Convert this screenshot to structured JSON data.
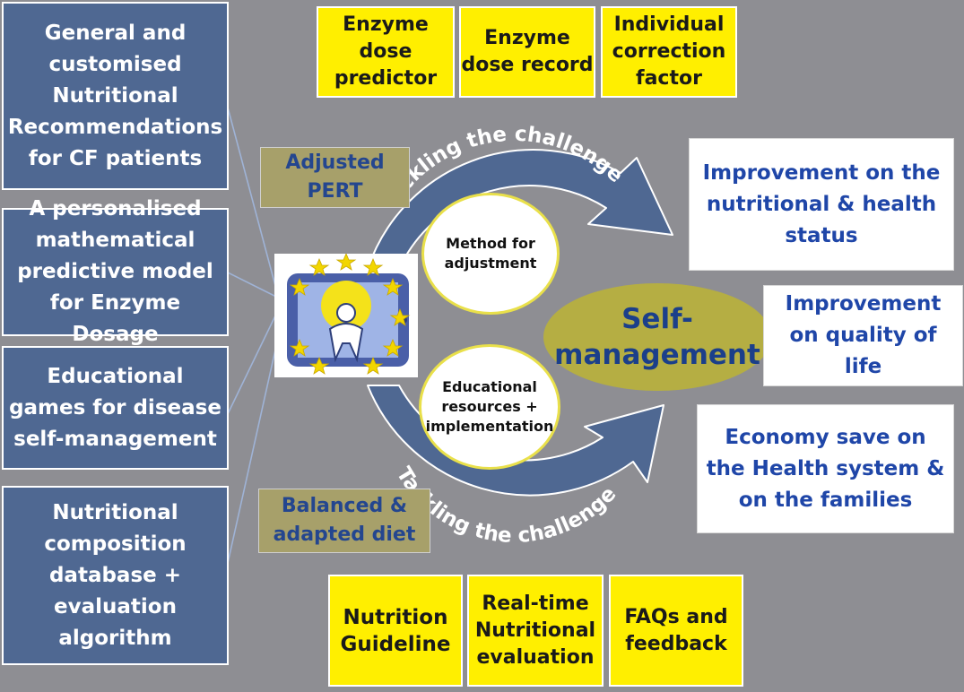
{
  "left_boxes": [
    {
      "text": "General and customised Nutritional Recommendations for CF patients"
    },
    {
      "text": "A personalised mathematical predictive model for Enzyme Dosage"
    },
    {
      "text": "Educational games for disease self-management"
    },
    {
      "text": "Nutritional composition database + evaluation algorithm"
    }
  ],
  "top_boxes": [
    {
      "text": "Enzyme dose predictor"
    },
    {
      "text": "Enzyme dose record"
    },
    {
      "text": "Individual correction factor"
    }
  ],
  "bottom_boxes": [
    {
      "text": "Nutrition Guideline"
    },
    {
      "text": "Real-time Nutritional evaluation"
    },
    {
      "text": "FAQs and feedback"
    }
  ],
  "olive_boxes": [
    {
      "text": "Adjusted PERT"
    },
    {
      "text": "Balanced & adapted diet"
    }
  ],
  "circles": [
    {
      "text": "Method for adjustment"
    },
    {
      "text": "Educational resources + implementation"
    }
  ],
  "arrows": {
    "top_label": "Tackling the challenge",
    "bottom_label": "Tackling the challenge"
  },
  "center": {
    "label": "Self-management"
  },
  "outcomes": [
    {
      "text": "Improvement on the nutritional & health status"
    },
    {
      "text": "Improvement on quality of life"
    },
    {
      "text": "Economy save on the Health system & on the families"
    }
  ],
  "colors": {
    "background": "#8e8e93",
    "left_box": "#4f6892",
    "yellow": "#ffef00",
    "olive": "#a7a06a",
    "arrow": "#4f6892",
    "ellipse": "#b8b13c",
    "outcome_text": "#1f46a8"
  }
}
